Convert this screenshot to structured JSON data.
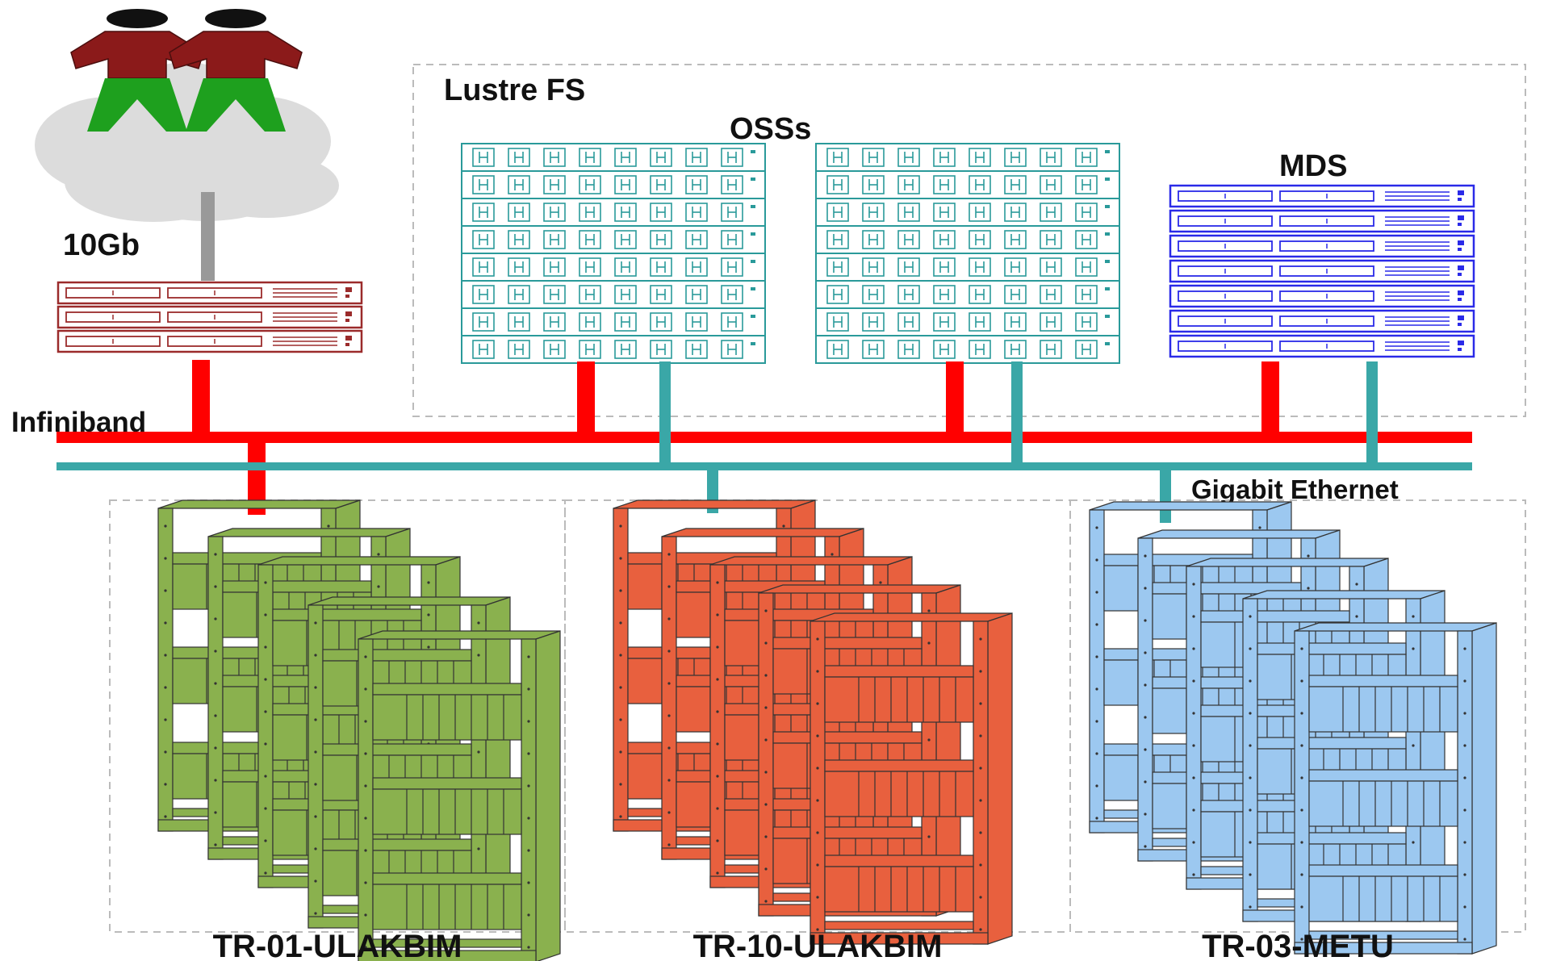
{
  "labels": {
    "lustre_fs": "Lustre FS",
    "osss": "OSSs",
    "mds": "MDS",
    "uplink": "10Gb",
    "infiniband": "Infiniband",
    "gigabit_ethernet": "Gigabit Ethernet"
  },
  "clusters": [
    {
      "name": "TR-01-ULAKBIM",
      "color": "#8ab14e",
      "link": "infiniband"
    },
    {
      "name": "TR-10-ULAKBIM",
      "color": "#e8603e",
      "link": "gigabit-ethernet"
    },
    {
      "name": "TR-03-METU",
      "color": "#9cc8f0",
      "link": "gigabit-ethernet"
    }
  ],
  "colors": {
    "infiniband": "#ff0000",
    "ethernet": "#3aa7a7",
    "login_node": "#9b2b2b",
    "oss": "#2a9a9a",
    "mds": "#2a2ae8",
    "user_shirt": "#8b1a1a",
    "user_pants": "#1ea01e",
    "cloud": "#dcdcdc",
    "uplink": "#999999"
  },
  "icons": [
    "users-icon",
    "cloud-icon",
    "server-rack-icon",
    "cluster-rack-icon"
  ]
}
